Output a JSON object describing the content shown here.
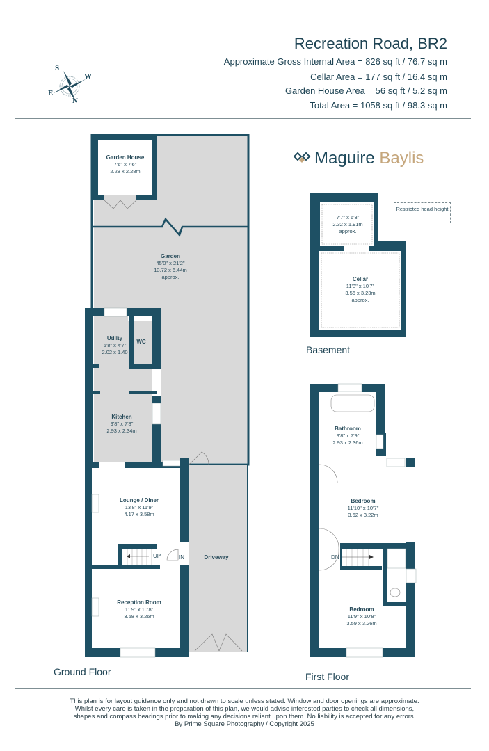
{
  "header": {
    "title": "Recreation Road, BR2",
    "areas": [
      "Approximate Gross Internal Area = 826 sq ft / 76.7 sq m",
      "Cellar Area = 177 sq ft / 16.4 sq m",
      "Garden House Area = 56 sq ft / 5.2 sq m",
      "Total Area = 1058 sq ft / 98.3 sq m"
    ]
  },
  "compass": {
    "icon": "compass-rose-icon",
    "labels": {
      "s": "S",
      "w": "W",
      "e": "E",
      "n": "N"
    }
  },
  "logo": {
    "primary": "Maguire",
    "secondary": "Baylis",
    "icon": "diamond-logo-icon",
    "colors": {
      "primary": "#1f4a5c",
      "secondary": "#c5a67c"
    }
  },
  "colors": {
    "wall": "#1e5064",
    "outdoor": "#d9d9d9",
    "text": "#1f4454"
  },
  "ground_floor": {
    "label": "Ground Floor",
    "rooms": {
      "garden_house": {
        "name": "Garden House",
        "imperial": "7'6\" x 7'6\"",
        "metric": "2.28 x 2.28m"
      },
      "garden": {
        "name": "Garden",
        "imperial": "45'0\" x 21'2\"",
        "metric": "13.72 x 6.44m",
        "note": "approx."
      },
      "utility": {
        "name": "Utility",
        "imperial": "6'8\" x 4'7\"",
        "metric": "2.02 x 1.40"
      },
      "wc": {
        "name": "WC"
      },
      "kitchen": {
        "name": "Kitchen",
        "imperial": "9'8\" x 7'8\"",
        "metric": "2.93 x 2.34m"
      },
      "lounge": {
        "name": "Lounge / Diner",
        "imperial": "13'8\" x 11'9\"",
        "metric": "4.17 x 3.58m"
      },
      "reception": {
        "name": "Reception Room",
        "imperial": "11'9\" x 10'8\"",
        "metric": "3.58 x 3.26m"
      },
      "driveway": {
        "name": "Driveway"
      }
    },
    "stairs_label": "UP",
    "entrance_label": "IN"
  },
  "basement": {
    "label": "Basement",
    "rooms": {
      "store": {
        "imperial": "7'7\" x 6'3\"",
        "metric": "2.32 x 1.91m",
        "note": "approx."
      },
      "cellar": {
        "name": "Cellar",
        "imperial": "11'8\" x 10'7\"",
        "metric": "3.56 x 3.23m",
        "note": "approx."
      }
    },
    "legend": "Restricted head height"
  },
  "first_floor": {
    "label": "First Floor",
    "rooms": {
      "bathroom": {
        "name": "Bathroom",
        "imperial": "9'8\" x 7'9\"",
        "metric": "2.93 x 2.36m"
      },
      "bedroom1": {
        "name": "Bedroom",
        "imperial": "11'10\" x 10'7\"",
        "metric": "3.62 x 3.22m"
      },
      "bedroom2": {
        "name": "Bedroom",
        "imperial": "11'9\" x 10'8\"",
        "metric": "3.59 x 3.26m"
      }
    },
    "stairs_label": "DN"
  },
  "footer": {
    "lines": [
      "This plan is for layout guidance only and not drawn to scale unless stated. Window and door openings are approximate.",
      "Whilst every care is taken in the preparation of this plan, we would advise interested parties to check all dimensions,",
      "shapes and compass bearings prior to making any decisions reliant upon them. No liability is accepted for any errors.",
      "By Prime Square Photography / Copyright 2025"
    ]
  }
}
